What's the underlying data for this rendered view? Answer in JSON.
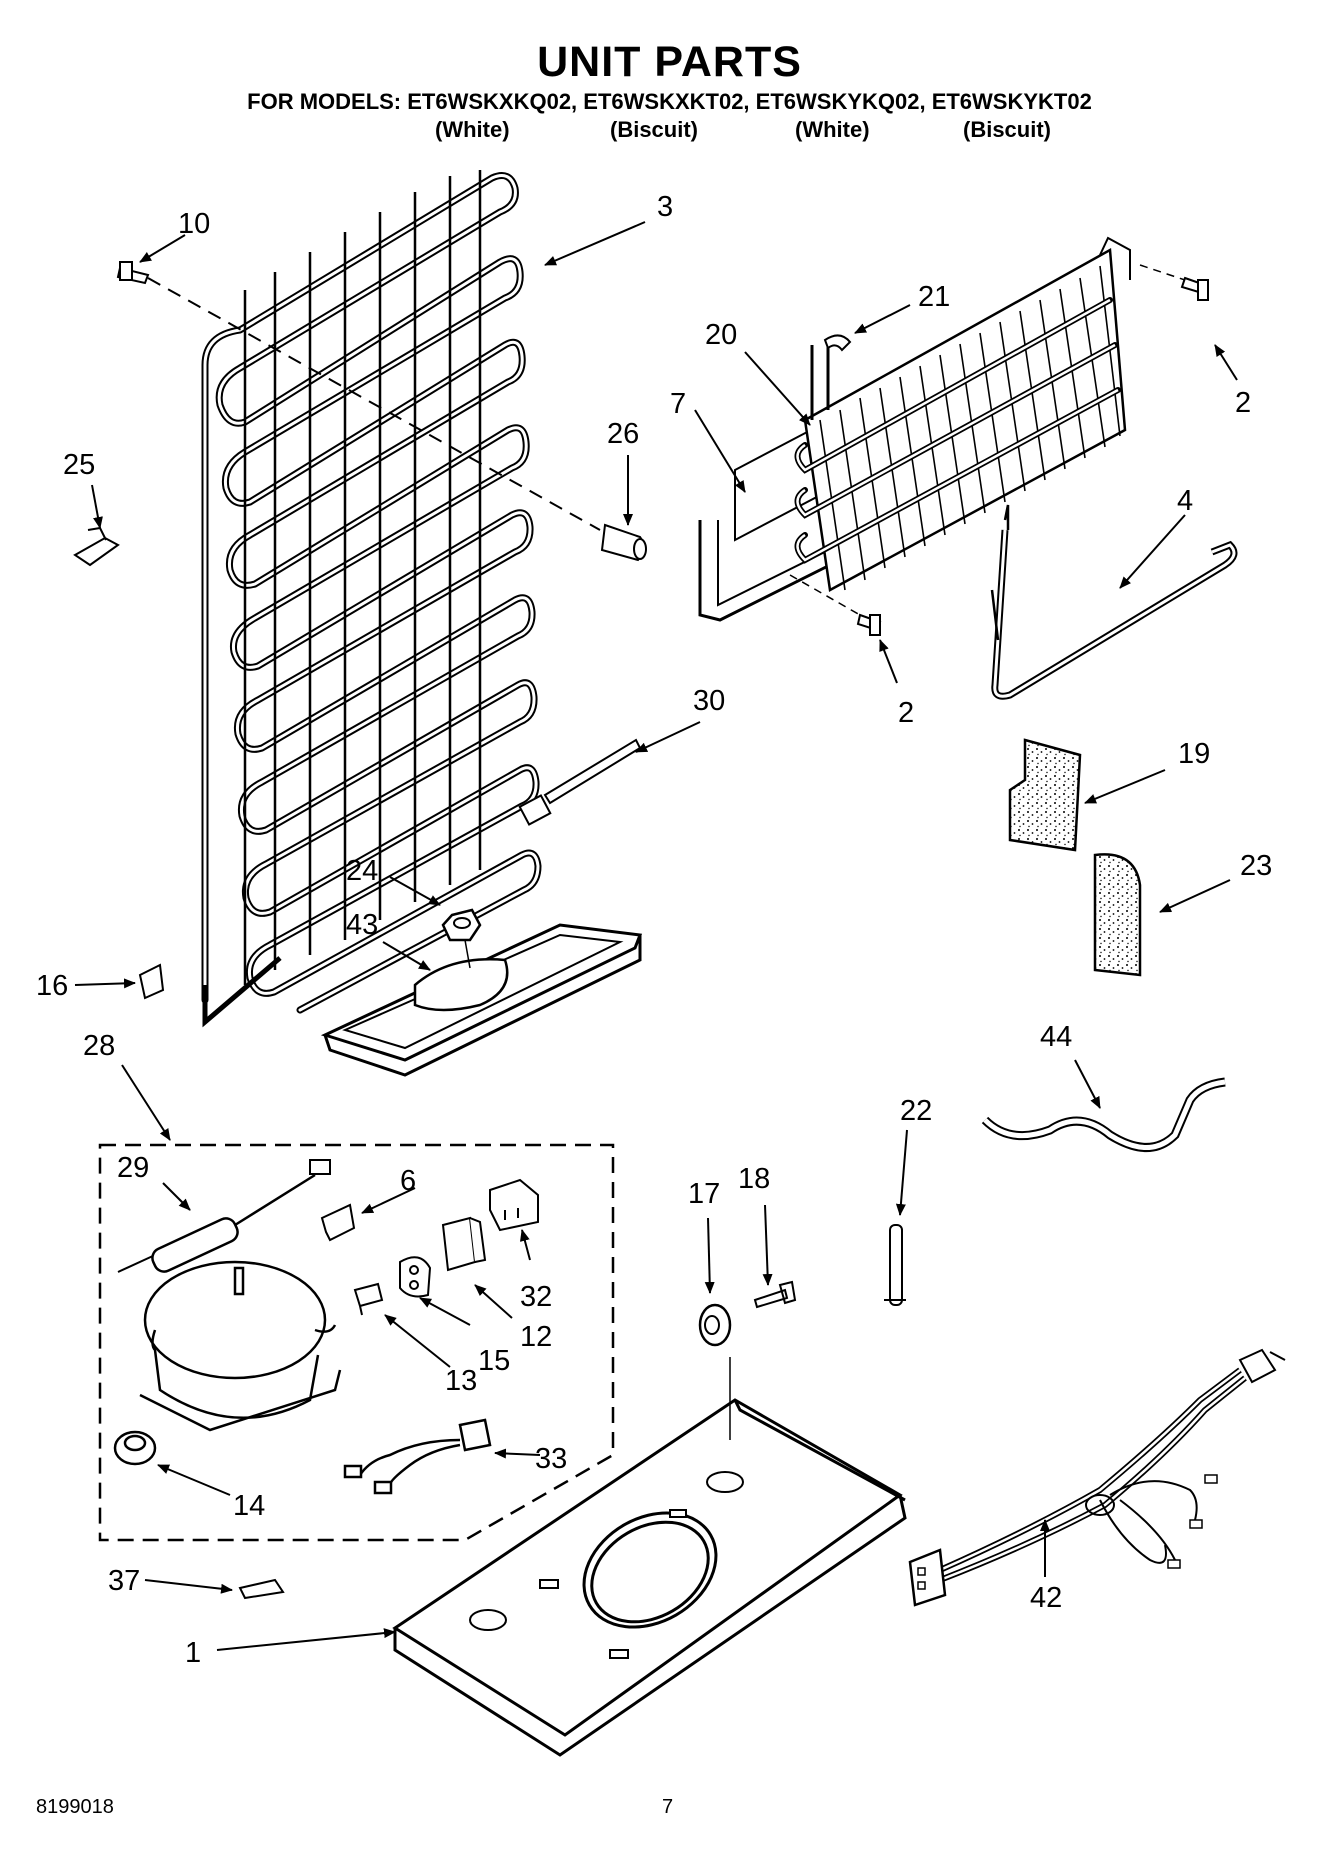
{
  "header": {
    "title": "UNIT PARTS",
    "models_line": "FOR MODELS: ET6WSKXKQ02, ET6WSKXKT02, ET6WSKYKQ02, ET6WSKYKT02",
    "colors": [
      "(White)",
      "(Biscuit)",
      "(White)",
      "(Biscuit)"
    ]
  },
  "callouts": [
    "10",
    "3",
    "21",
    "20",
    "2",
    "7",
    "26",
    "25",
    "4",
    "2",
    "30",
    "19",
    "24",
    "23",
    "43",
    "16",
    "44",
    "28",
    "22",
    "29",
    "6",
    "18",
    "17",
    "32",
    "15",
    "12",
    "13",
    "33",
    "14",
    "37",
    "42",
    "1"
  ],
  "footer": {
    "doc_number": "8199018",
    "page_number": "7"
  }
}
